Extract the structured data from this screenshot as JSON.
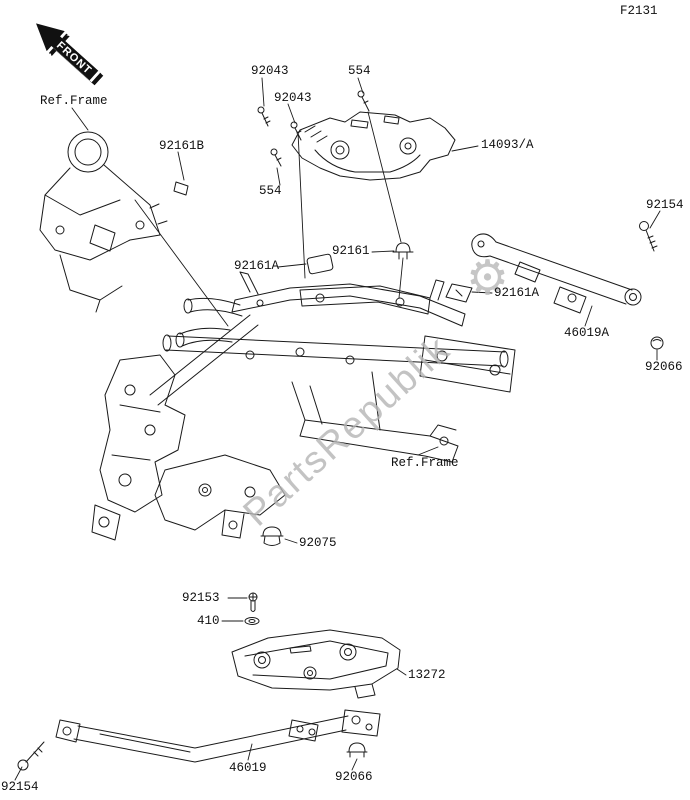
{
  "page": {
    "code": "F2131",
    "front_label": "FRONT",
    "watermark": "PartsRepublik",
    "gear_icon": "⚙"
  },
  "parts": {
    "ref_frame": "Ref.Frame",
    "p92043": "92043",
    "p554": "554",
    "p14093a": "14093/A",
    "p92161b": "92161B",
    "p92161": "92161",
    "p92161a": "92161A",
    "p92154": "92154",
    "p46019a": "46019A",
    "p92066": "92066",
    "p92075": "92075",
    "p92153": "92153",
    "p410": "410",
    "p13272": "13272",
    "p46019": "46019"
  }
}
